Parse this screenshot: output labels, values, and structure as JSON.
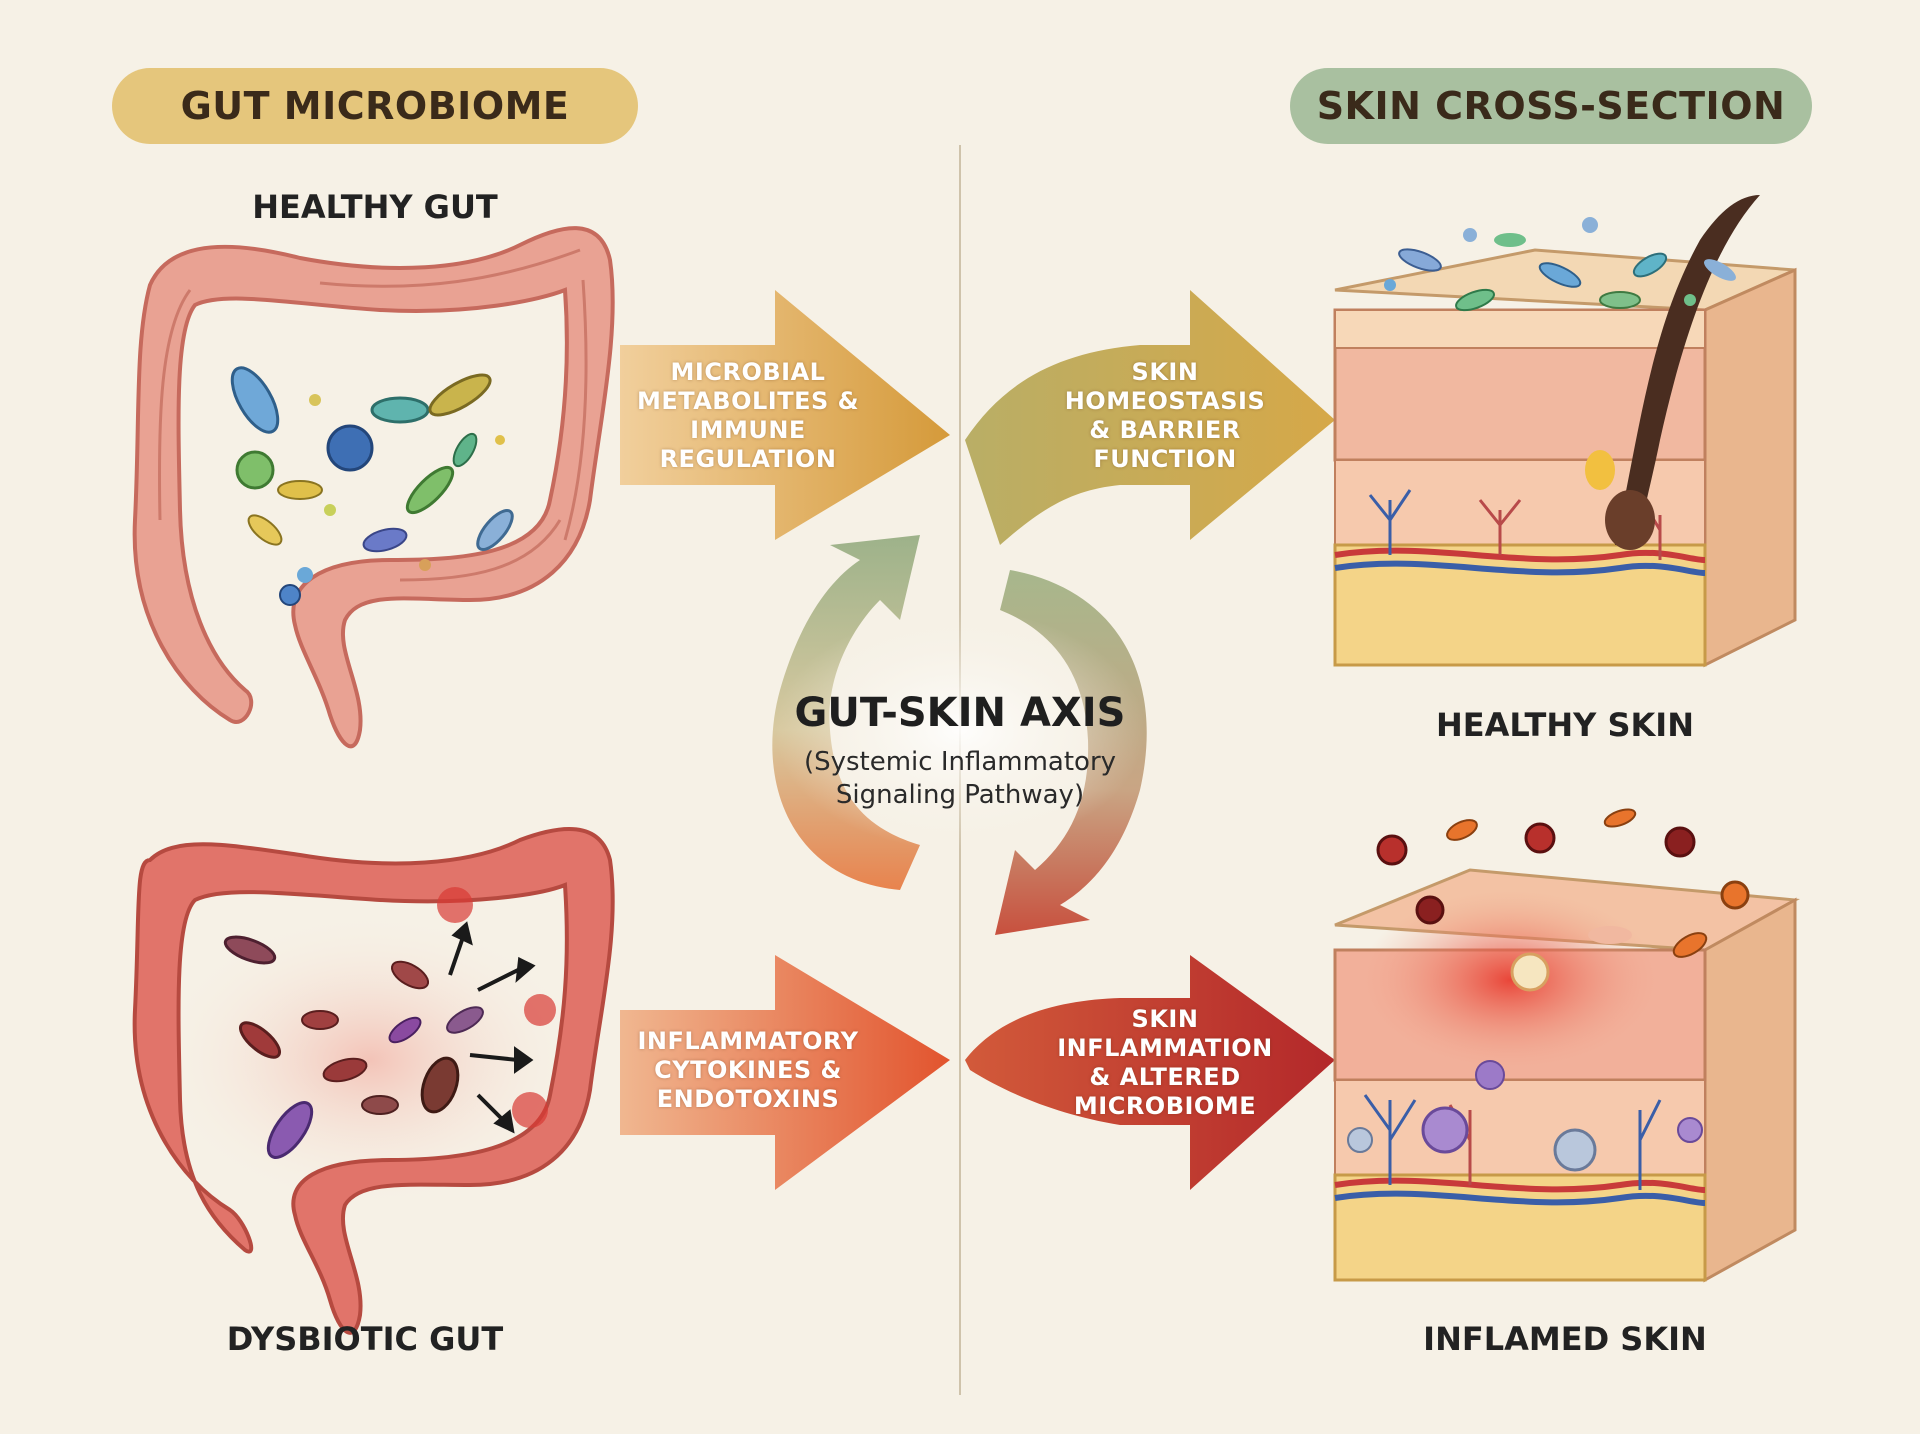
{
  "headers": {
    "gut": "GUT MICROBIOME",
    "skin": "SKIN CROSS-SECTION"
  },
  "gut": {
    "healthy_label": "HEALTHY GUT",
    "dysbiotic_label": "DYSBIOTIC GUT"
  },
  "skin": {
    "healthy_label": "HEALTHY SKIN",
    "inflamed_label": "INFLAMED SKIN"
  },
  "arrows": {
    "gut_to_axis_healthy": [
      "MICROBIAL",
      "METABOLITES &",
      "IMMUNE",
      "REGULATION"
    ],
    "axis_to_skin_healthy": [
      "SKIN",
      "HOMEOSTASIS",
      "& BARRIER",
      "FUNCTION"
    ],
    "gut_to_axis_dysbiotic": [
      "INFLAMMATORY",
      "CYTOKINES &",
      "ENDOTOXINS"
    ],
    "axis_to_skin_inflamed": [
      "SKIN",
      "INFLAMMATION",
      "& ALTERED",
      "MICROBIOME"
    ]
  },
  "axis": {
    "title": "GUT-SKIN AXIS",
    "subtitle": [
      "(Systemic Inflammatory",
      "Signaling Pathway)"
    ]
  },
  "colors": {
    "background": "#f6f1e6",
    "gut_header": "#e5c67c",
    "skin_header": "#a9c0a0",
    "healthy_arrow": "#d3a040",
    "inflamed_arrow_gut": "#e0582c",
    "inflamed_arrow_skin": "#b8302c",
    "cycle_green": "#9fb48d",
    "colon_healthy": "#e8a090",
    "colon_dysbiotic": "#df6c5e"
  }
}
